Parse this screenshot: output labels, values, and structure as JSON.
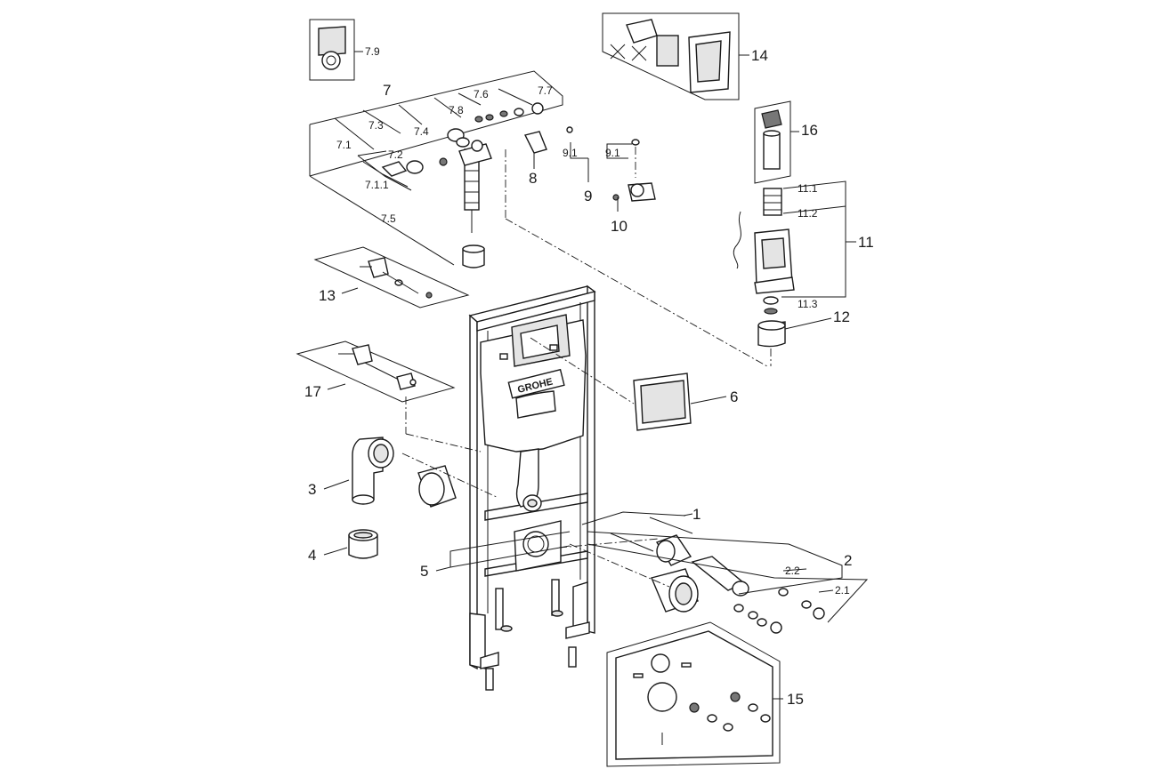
{
  "labels": {
    "p1": "1",
    "p2": "2",
    "p2_1": "2.1",
    "p2_2": "2.2",
    "p3": "3",
    "p4": "4",
    "p5": "5",
    "p6": "6",
    "p7": "7",
    "p7_1": "7.1",
    "p7_1_1": "7.1.1",
    "p7_2": "7.2",
    "p7_3": "7.3",
    "p7_4": "7.4",
    "p7_5": "7.5",
    "p7_6": "7.6",
    "p7_7": "7.7",
    "p7_8": "7.8",
    "p7_9": "7.9",
    "p8": "8",
    "p9": "9",
    "p9_1a": "9.1",
    "p9_1b": "9.1",
    "p10": "10",
    "p11": "11",
    "p11_1": "11.1",
    "p11_2": "11.2",
    "p11_3": "11.3",
    "p12": "12",
    "p13": "13",
    "p14": "14",
    "p15": "15",
    "p16": "16",
    "p17": "17"
  },
  "logo": "GROHE",
  "colors": {
    "line": "#1a1a1a",
    "background": "#ffffff",
    "fill_grey": "#e4e4e4"
  }
}
